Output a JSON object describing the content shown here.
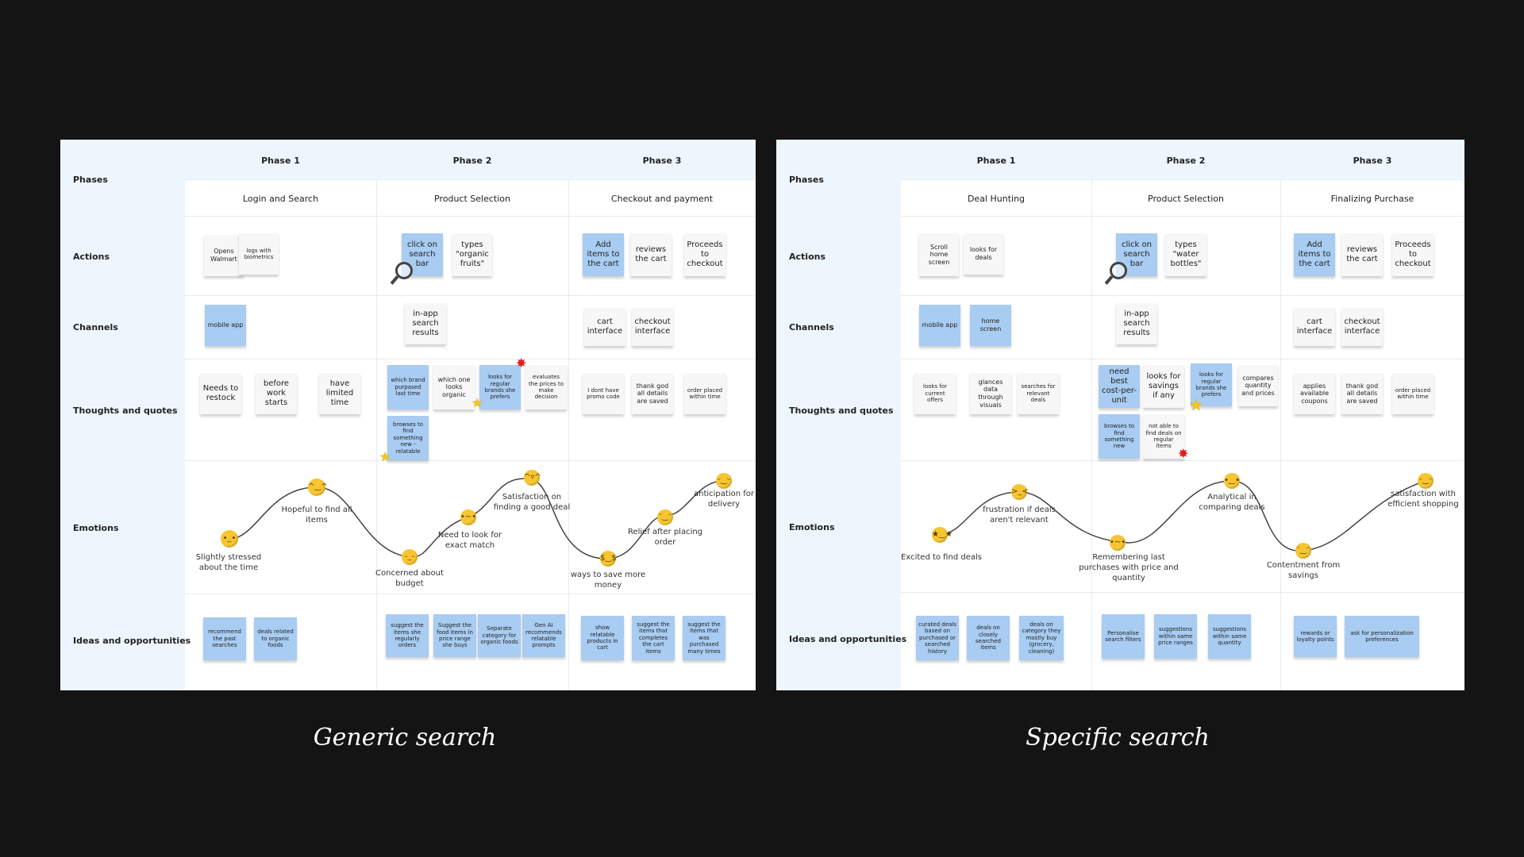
{
  "left": {
    "rows": {
      "phases": "Phases",
      "actions": "Actions",
      "channels": "Channels",
      "thoughts": "Thoughts and quotes",
      "emotions": "Emotions",
      "ideas": "Ideas and opportunities"
    },
    "phases": [
      {
        "title": "Phase 1",
        "subtitle": "Login and Search"
      },
      {
        "title": "Phase 2",
        "subtitle": "Product Selection"
      },
      {
        "title": "Phase 3",
        "subtitle": "Checkout and payment"
      }
    ],
    "actions": [
      "Opens Walmart",
      "logs with biometrics",
      "click on search bar",
      "types \"organic fruits\"",
      "Add items to the cart",
      "reviews the cart",
      "Proceeds to checkout"
    ],
    "channels": [
      "mobile app",
      "in-app search results",
      "cart interface",
      "checkout interface"
    ],
    "thoughts": [
      "Needs to restock",
      "before work starts",
      "have limited time",
      "which brand purpased last time",
      "which one looks organic",
      "looks for regular brands she prefers",
      "evaluates the prices to make decision",
      "browses to find something new - relatable",
      "I dont have promo code",
      "thank god all details are saved",
      "order placed within time"
    ],
    "emotions": [
      "Slightly stressed about the time",
      "Hopeful to find all items",
      "Concerned about budget",
      "Need to look for exact match",
      "Satisfaction on finding a good deal",
      "ways to save more money",
      "Relief after placing order",
      "anticipation for delivery"
    ],
    "ideas": [
      "recommend the past searches",
      "deals related to organic foods",
      "suggest the items she regularly orders",
      "Suggest the food items in price range she buys",
      "Separate category for organic foods",
      "Gen AI recommends relatable prompts",
      "show relatable products in cart",
      "suggest the items that completes the cart items",
      "suggest the items that was purchased many times"
    ]
  },
  "right": {
    "rows": {
      "phases": "Phases",
      "actions": "Actions",
      "channels": "Channels",
      "thoughts": "Thoughts and quotes",
      "emotions": "Emotions",
      "ideas": "Ideas and opportunities"
    },
    "phases": [
      {
        "title": "Phase 1",
        "subtitle": "Deal Hunting"
      },
      {
        "title": "Phase 2",
        "subtitle": "Product Selection"
      },
      {
        "title": "Phase 3",
        "subtitle": "Finalizing Purchase"
      }
    ],
    "actions": [
      "Scroll home screen",
      "looks for deals",
      "click on search bar",
      "types \"water bottles\"",
      "Add items to the cart",
      "reviews the cart",
      "Proceeds to checkout"
    ],
    "channels": [
      "mobile app",
      "home screen",
      "in-app search results",
      "cart interface",
      "checkout interface"
    ],
    "thoughts": [
      "looks for current offers",
      "glances data through visuals",
      "searches for relevant deals",
      "need best cost-per-unit",
      "looks for savings if any",
      "looks for regular brands she prefers",
      "compares quantity and prices",
      "browses to find something new",
      "not able to find deals on regular items",
      "applies available coupons",
      "thank god all details are saved",
      "order placed within time"
    ],
    "emotions": [
      "Excited to find deals",
      "frustration if deals aren't relevant",
      "Remembering last purchases with price and quantity",
      "Analytical in comparing deals",
      "Contentment from savings",
      "satisfaction with efficient shopping"
    ],
    "ideas": [
      "curated deals based on purchased or searched history",
      "deals on closely searched items",
      "deals on category they mostly buy (grocery, cleaning)",
      "Personalise search filters",
      "suggestions within same price ranges",
      "suggestions within same quantity",
      "rewards or loyalty points",
      "ask for personalization preferences"
    ]
  },
  "captions": {
    "left": "Generic search",
    "right": "Specific search"
  },
  "colors": {
    "background": "#141414",
    "board": "#ffffff",
    "label_column": "#eef6fd",
    "note_blue": "#a8ccf2",
    "note_white": "#f7f7f7",
    "emoji": "#f7c531"
  }
}
